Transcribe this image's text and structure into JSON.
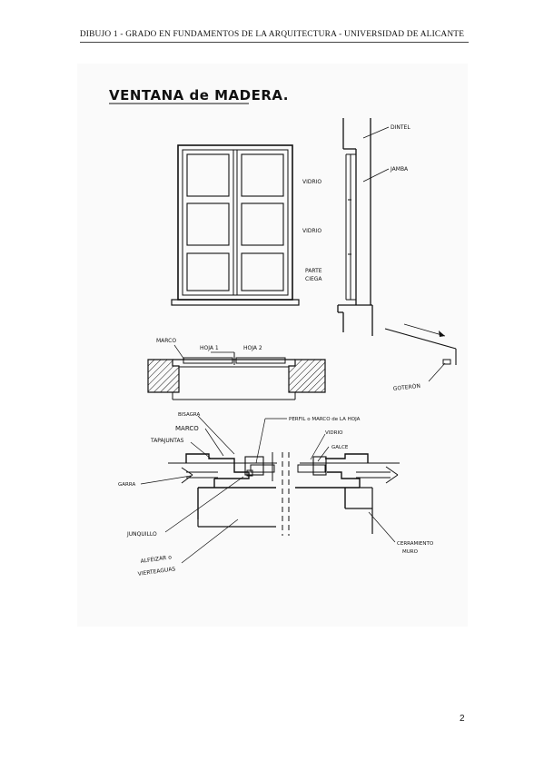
{
  "header": {
    "text": "DIBUJO 1 -  GRADO EN FUNDAMENTOS DE LA ARQUITECTURA -  UNIVERSIDAD DE ALICANTE"
  },
  "drawing": {
    "title": "VENTANA de MADERA.",
    "labels": {
      "dintel": "DINTEL",
      "jamba": "JAMBA",
      "vidrio_1": "VIDRIO",
      "vidrio_2": "VIDRIO",
      "parte_ciega_1": "PARTE",
      "parte_ciega_2": "CIEGA",
      "marco_top": "MARCO",
      "hoja_1": "HOJA 1",
      "hoja_2": "HOJA 2",
      "goteron": "GOTERÓN",
      "bisagra": "BISAGRA",
      "perfil": "PERFIL o MARCO de LA HOJA",
      "vidrio_detail": "VIDRIO",
      "marco_detail": "MARCO",
      "galce": "GALCE",
      "tapajuntas": "TAPAJUNTAS",
      "garra": "GARRA",
      "junquillo": "JUNQUILLO",
      "alfeizar_1": "ALFÉIZAR o",
      "alfeizar_2": "VIERTEAGUAS",
      "cerramiento_1": "CERRAMIENTO",
      "cerramiento_2": "MURO"
    }
  },
  "footer": {
    "page_number": "2"
  },
  "colors": {
    "ink": "#111111",
    "paper": "#ffffff",
    "sheet": "#fafafa"
  }
}
